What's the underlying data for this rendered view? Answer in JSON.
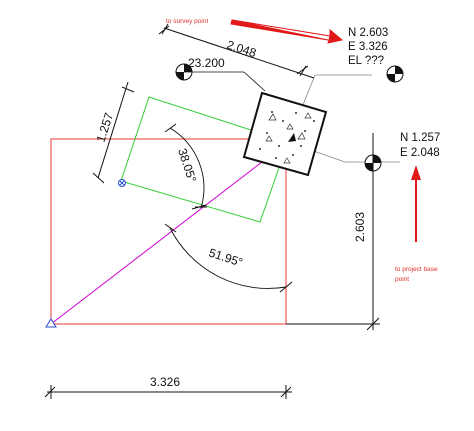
{
  "drawing": {
    "survey_point_note": "to survey point",
    "survey_coords": {
      "north": "N 2.603",
      "east": "E 3.326",
      "elevation": "EL ???"
    },
    "base_point_note": [
      "to project base",
      "point"
    ],
    "base_coords": {
      "north": "N 1.257",
      "east": "E 2.048"
    },
    "dimensions": {
      "top_offset": "2.048",
      "elevation_tag": "23.200",
      "green_offset": "1.257",
      "right_height": "2.603",
      "bottom_width": "3.326"
    },
    "angles": {
      "rotation_a": "38.05°",
      "rotation_b": "51.95°"
    },
    "colors": {
      "project_rect": "#e8392f",
      "rotated_rect": "#33cc33",
      "diagonal": "#d100d1",
      "arrow": "#e01818",
      "line": "#111111"
    }
  }
}
